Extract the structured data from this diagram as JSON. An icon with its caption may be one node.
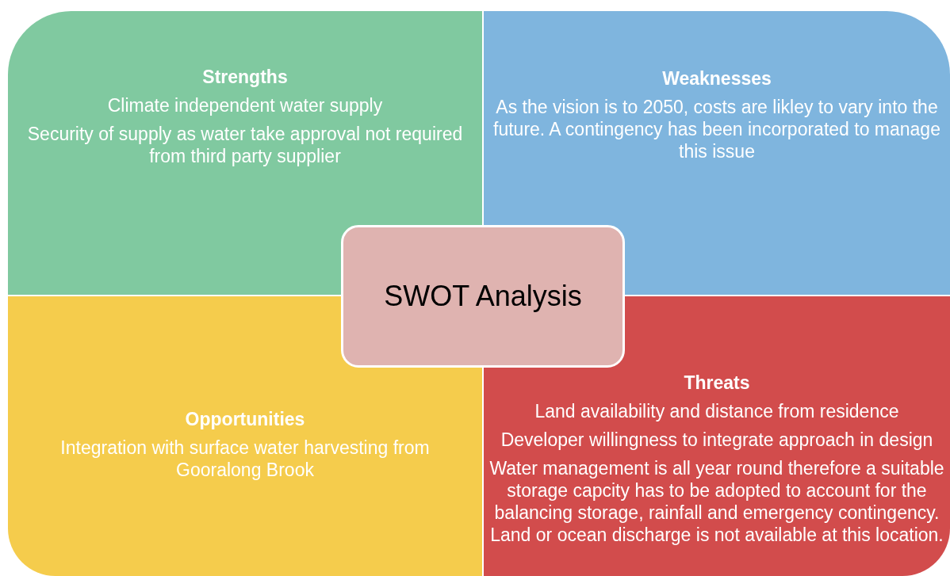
{
  "diagram": {
    "nodes": [
      {
        "text": [
          "Strengths",
          "Climate independent water supply",
          "Security of supply as water take approval not required from third party supplier"
        ]
      },
      {
        "text": [
          "Weaknesses",
          "As the vision is to 2050, costs are likley to vary into the future. A contingency has been incorporated to manage this issue"
        ]
      },
      {
        "text": [
          "Opportunities",
          "Integration with surface water harvesting from Gooralong Brook"
        ]
      },
      {
        "text": [
          "Threats",
          "Land availability and distance from residence",
          "Developer willingness to integrate approach in design",
          "Water management is all year round therefore a suitable storage capcity has to be adopted to account for the balancing storage, rainfall and emergency contingency. Land or ocean discharge is not available at this location."
        ]
      },
      {
        "text": [
          "SWOT Analysis"
        ]
      }
    ],
    "edges": []
  }
}
